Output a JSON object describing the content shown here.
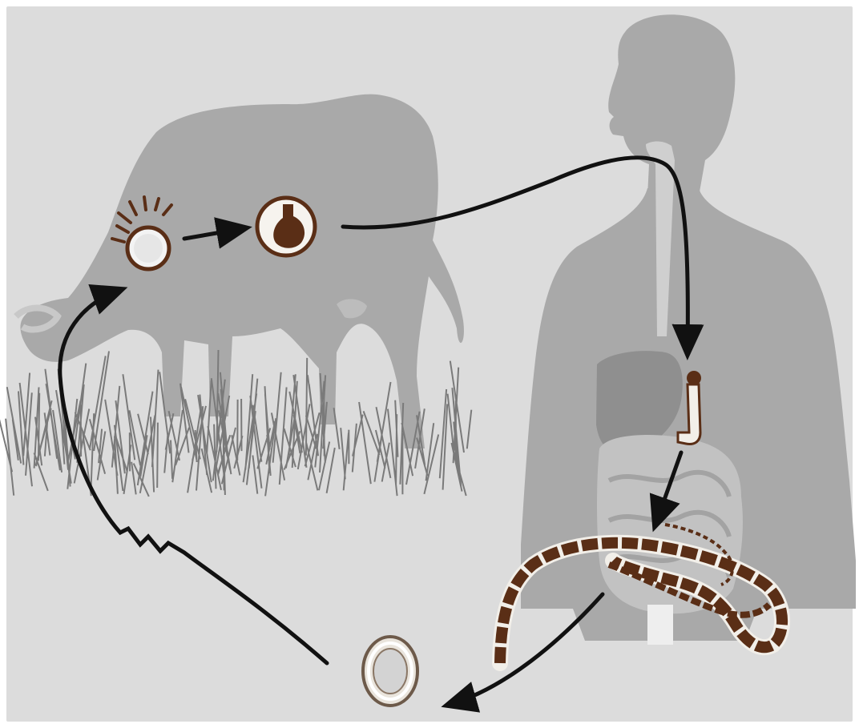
{
  "diagram": {
    "background_color": "#dcdcdc",
    "silhouette_color": "#a9a9a9",
    "organ_color": "#8f8f8f",
    "grass_color": "#7a7a7a",
    "parasite_color": "#5a2e16",
    "parasite_light": "#f2efe9",
    "arrow_color": "#111111",
    "stages": [
      {
        "id": "oncosphere",
        "icon": "hooked-oncosphere-icon"
      },
      {
        "id": "cysticercus",
        "icon": "cysticercus-cyst-icon"
      },
      {
        "id": "scolex-attached",
        "icon": "scolex-in-intestine-icon"
      },
      {
        "id": "adult-tapeworm",
        "icon": "segmented-tapeworm-icon"
      },
      {
        "id": "egg",
        "icon": "egg-icon"
      }
    ],
    "hosts": [
      "cow-silhouette",
      "human-silhouette"
    ]
  }
}
